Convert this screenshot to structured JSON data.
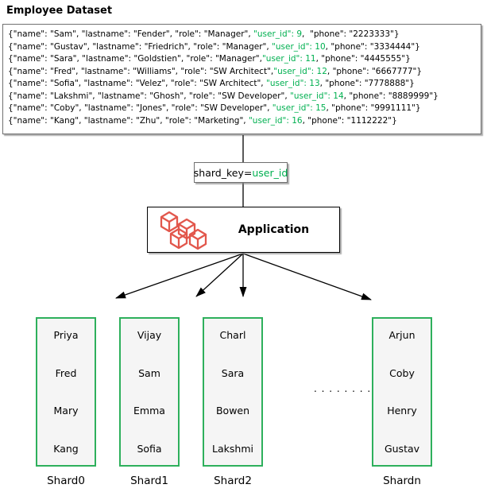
{
  "title": "Employee Dataset",
  "colors": {
    "key_green": "#00B050",
    "shard_border_green": "#2EB05C",
    "cube_icon_orange": "#E2574C",
    "line_black": "#000000"
  },
  "dataset": {
    "records": [
      {
        "pre": "{\"name\": \"Sam\", \"lastname\": \"Fender\", \"role\": \"Manager\", ",
        "key": "\"user_id\": 9",
        "post": ",  \"phone\": \"2223333\"}"
      },
      {
        "pre": "{\"name\": \"Gustav\", \"lastname\": \"Friedrich\", \"role\": \"Manager\", ",
        "key": "\"user_id\": 10",
        "post": ", \"phone\": \"3334444\"}"
      },
      {
        "pre": "{\"name\": \"Sara\", \"lastname\": \"Goldstien\", \"role\": \"Manager\",",
        "key": "\"user_id\": 11",
        "post": ", \"phone\": \"4445555\"}"
      },
      {
        "pre": "{\"name\": \"Fred\", \"lastname\": \"Williams\", \"role\": \"SW Architect\",",
        "key": "\"user_id\": 12",
        "post": ", \"phone\": \"6667777\"}"
      },
      {
        "pre": "{\"name\": \"Sofia\", \"lastname\": \"Velez\", \"role\": \"SW Architect\", ",
        "key": "\"user_id\": 13",
        "post": ", \"phone\": \"7778888\"}"
      },
      {
        "pre": "{\"name\": \"Lakshmi\", \"lastname\": \"Ghosh\", \"role\": \"SW Developer\", ",
        "key": "\"user_id\": 14",
        "post": ", \"phone\": \"8889999\"}"
      },
      {
        "pre": "{\"name\": \"Coby\", \"lastname\": \"Jones\", \"role\": \"SW Developer\", ",
        "key": "\"user_id\": 15",
        "post": ", \"phone\": \"9991111\"}"
      },
      {
        "pre": "{\"name\": \"Kang\", \"lastname\": \"Zhu\", \"role\": \"Marketing\", ",
        "key": "\"user_id\": 16",
        "post": ", \"phone\": \"1112222\"}"
      }
    ]
  },
  "shard_key_box": {
    "prefix": "shard_key=",
    "value": "user_id"
  },
  "application": {
    "label": "Application",
    "icon": "cubes-icon"
  },
  "shards": [
    {
      "label": "Shard0",
      "names": [
        "Priya",
        "Fred",
        "Mary",
        "Kang"
      ]
    },
    {
      "label": "Shard1",
      "names": [
        "Vijay",
        "Sam",
        "Emma",
        "Sofia"
      ]
    },
    {
      "label": "Shard2",
      "names": [
        "Charl",
        "Sara",
        "Bowen",
        "Lakshmi"
      ]
    },
    {
      "label": "Shardn",
      "names": [
        "Arjun",
        "Coby",
        "Henry",
        "Gustav"
      ]
    }
  ],
  "ellipsis": ". . . . . . . ."
}
